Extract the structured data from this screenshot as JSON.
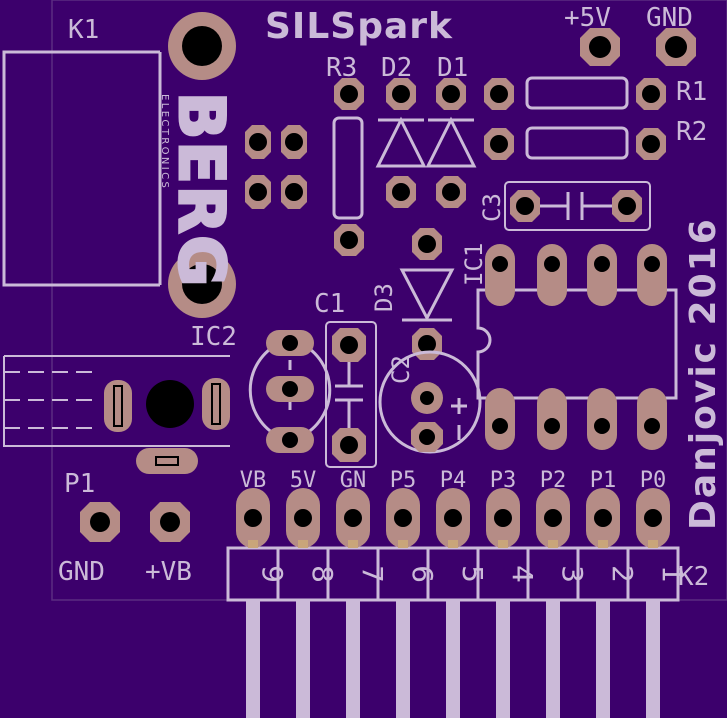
{
  "board": {
    "title": "SILSpark",
    "author_year": "Danjovic 2016"
  },
  "colors": {
    "board": "#3c006c",
    "silkscreen": "#cbbad8",
    "pad": "#b58c86",
    "hole": "#000000"
  },
  "refs": {
    "k1": "K1",
    "k2": "K2",
    "r1": "R1",
    "r2": "R2",
    "r3": "R3",
    "d1": "D1",
    "d2": "D2",
    "d3": "D3",
    "c1": "C1",
    "c2": "C2",
    "c3": "C3",
    "ic1": "IC1",
    "ic2": "IC2",
    "p1": "P1"
  },
  "supply_labels": {
    "plus5v": "+5V",
    "gnd": "GND"
  },
  "p1_labels": {
    "gnd": "GND",
    "vb": "+VB"
  },
  "berg": {
    "logo": "BERG",
    "sub": "ELECTRONICS"
  },
  "k2_pins": [
    {
      "label": "VB",
      "num": "9"
    },
    {
      "label": "5V",
      "num": "8"
    },
    {
      "label": "GN",
      "num": "7"
    },
    {
      "label": "P5",
      "num": "6"
    },
    {
      "label": "P4",
      "num": "5"
    },
    {
      "label": "P3",
      "num": "4"
    },
    {
      "label": "P2",
      "num": "3"
    },
    {
      "label": "P1",
      "num": "2"
    },
    {
      "label": "P0",
      "num": "1"
    }
  ]
}
